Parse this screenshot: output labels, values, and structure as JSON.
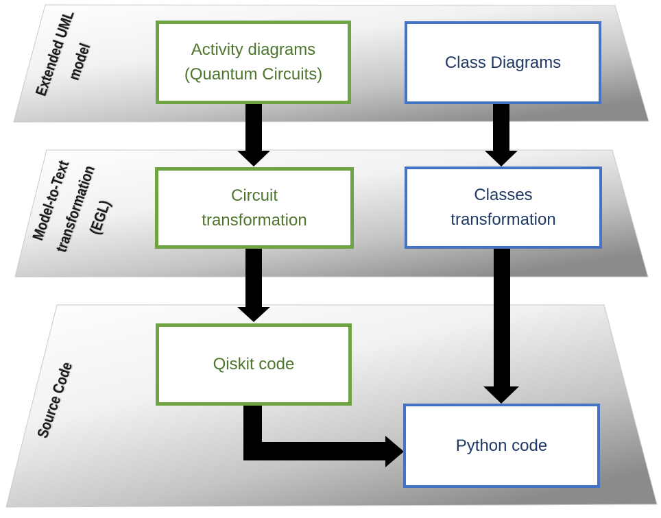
{
  "diagram": {
    "layers": {
      "extended_uml": {
        "line1": "Extended UML",
        "line2": "model"
      },
      "m2t": {
        "line1": "Model-to-Text",
        "line2": "transformation",
        "line3": "(EGL)"
      },
      "source_code": {
        "line1": "Source Code"
      }
    },
    "boxes": {
      "activity_diagrams": {
        "line1": "Activity diagrams",
        "line2": "(Quantum Circuits)"
      },
      "class_diagrams": {
        "line1": "Class Diagrams"
      },
      "circuit_transformation": {
        "line1": "Circuit",
        "line2": "transformation"
      },
      "classes_transformation": {
        "line1": "Classes",
        "line2": "transformation"
      },
      "qiskit_code": {
        "line1": "Qiskit code"
      },
      "python_code": {
        "line1": "Python code"
      }
    },
    "connections": [
      {
        "from": "activity_diagrams",
        "to": "circuit_transformation"
      },
      {
        "from": "class_diagrams",
        "to": "classes_transformation"
      },
      {
        "from": "circuit_transformation",
        "to": "qiskit_code"
      },
      {
        "from": "classes_transformation",
        "to": "python_code"
      },
      {
        "from": "qiskit_code",
        "to": "python_code"
      }
    ],
    "colors": {
      "green_border": "#6EA341",
      "green_text": "#4E752F",
      "blue_border": "#4472C4",
      "blue_text": "#1F3864",
      "arrow": "#000000",
      "label_text": "#1a1a1a"
    }
  }
}
